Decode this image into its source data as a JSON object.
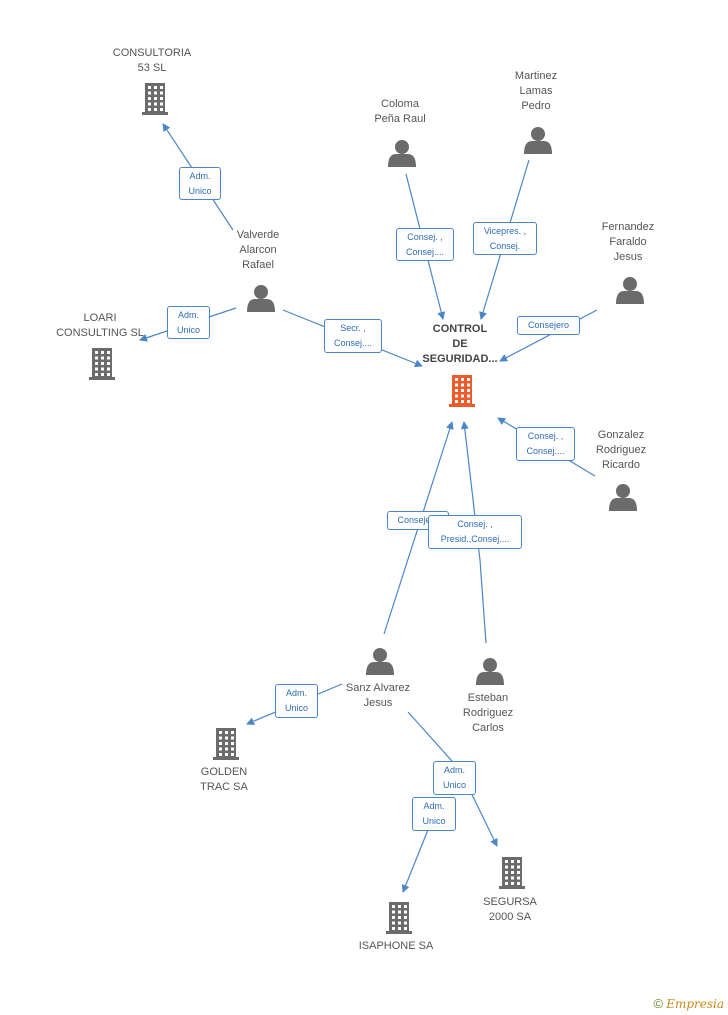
{
  "colors": {
    "edge": "#4a86c8",
    "node_gray": "#6b6b6b",
    "center_node": "#ee5a2a",
    "label_text": "#2d6cb5"
  },
  "nodes": {
    "center": {
      "lines": [
        "CONTROL",
        "DE",
        "SEGURIDAD..."
      ],
      "icon": "building-icon"
    },
    "consultoria": {
      "lines": [
        "CONSULTORIA",
        "53 SL"
      ],
      "icon": "building-icon"
    },
    "loari": {
      "lines": [
        "LOARI",
        "CONSULTING SL"
      ],
      "icon": "building-icon"
    },
    "valverde": {
      "lines": [
        "Valverde",
        "Alarcon",
        "Rafael"
      ],
      "icon": "person-icon"
    },
    "coloma": {
      "lines": [
        "Coloma",
        "Peña Raul"
      ],
      "icon": "person-icon"
    },
    "martinez": {
      "lines": [
        "Martinez",
        "Lamas",
        "Pedro"
      ],
      "icon": "person-icon"
    },
    "fernandez": {
      "lines": [
        "Fernandez",
        "Faraldo",
        "Jesus"
      ],
      "icon": "person-icon"
    },
    "gonzalez": {
      "lines": [
        "Gonzalez",
        "Rodriguez",
        "Ricardo"
      ],
      "icon": "person-icon"
    },
    "sanz": {
      "lines": [
        "Sanz Alvarez",
        "Jesus"
      ],
      "icon": "person-icon"
    },
    "esteban": {
      "lines": [
        "Esteban",
        "Rodriguez",
        "Carlos"
      ],
      "icon": "person-icon"
    },
    "golden": {
      "lines": [
        "GOLDEN",
        "TRAC SA"
      ],
      "icon": "building-icon"
    },
    "segursa": {
      "lines": [
        "SEGURSA",
        "2000 SA"
      ],
      "icon": "building-icon"
    },
    "isaphone": {
      "lines": [
        "ISAPHONE SA"
      ],
      "icon": "building-icon"
    }
  },
  "edges": {
    "valverde_consultoria": [
      "Adm.",
      "Unico"
    ],
    "valverde_loari": [
      "Adm.",
      "Unico"
    ],
    "valverde_center": [
      "Secr. ,",
      "Consej...."
    ],
    "coloma_center": [
      "Consej. ,",
      "Consej...."
    ],
    "martinez_center": [
      "Vicepres. ,",
      "Consej."
    ],
    "fernandez_center": [
      "Consejero"
    ],
    "gonzalez_center": [
      "Consej. ,",
      "Consej...."
    ],
    "sanz_center": [
      "Consejero"
    ],
    "esteban_center": [
      "Consej. ,",
      "Presid.,Consej...."
    ],
    "sanz_golden": [
      "Adm.",
      "Unico"
    ],
    "sanz_segursa": [
      "Adm.",
      "Unico"
    ],
    "esteban_isaphone": [
      "Adm.",
      "Unico"
    ]
  },
  "footer": {
    "copyright": "©",
    "brand": "Empresia"
  }
}
